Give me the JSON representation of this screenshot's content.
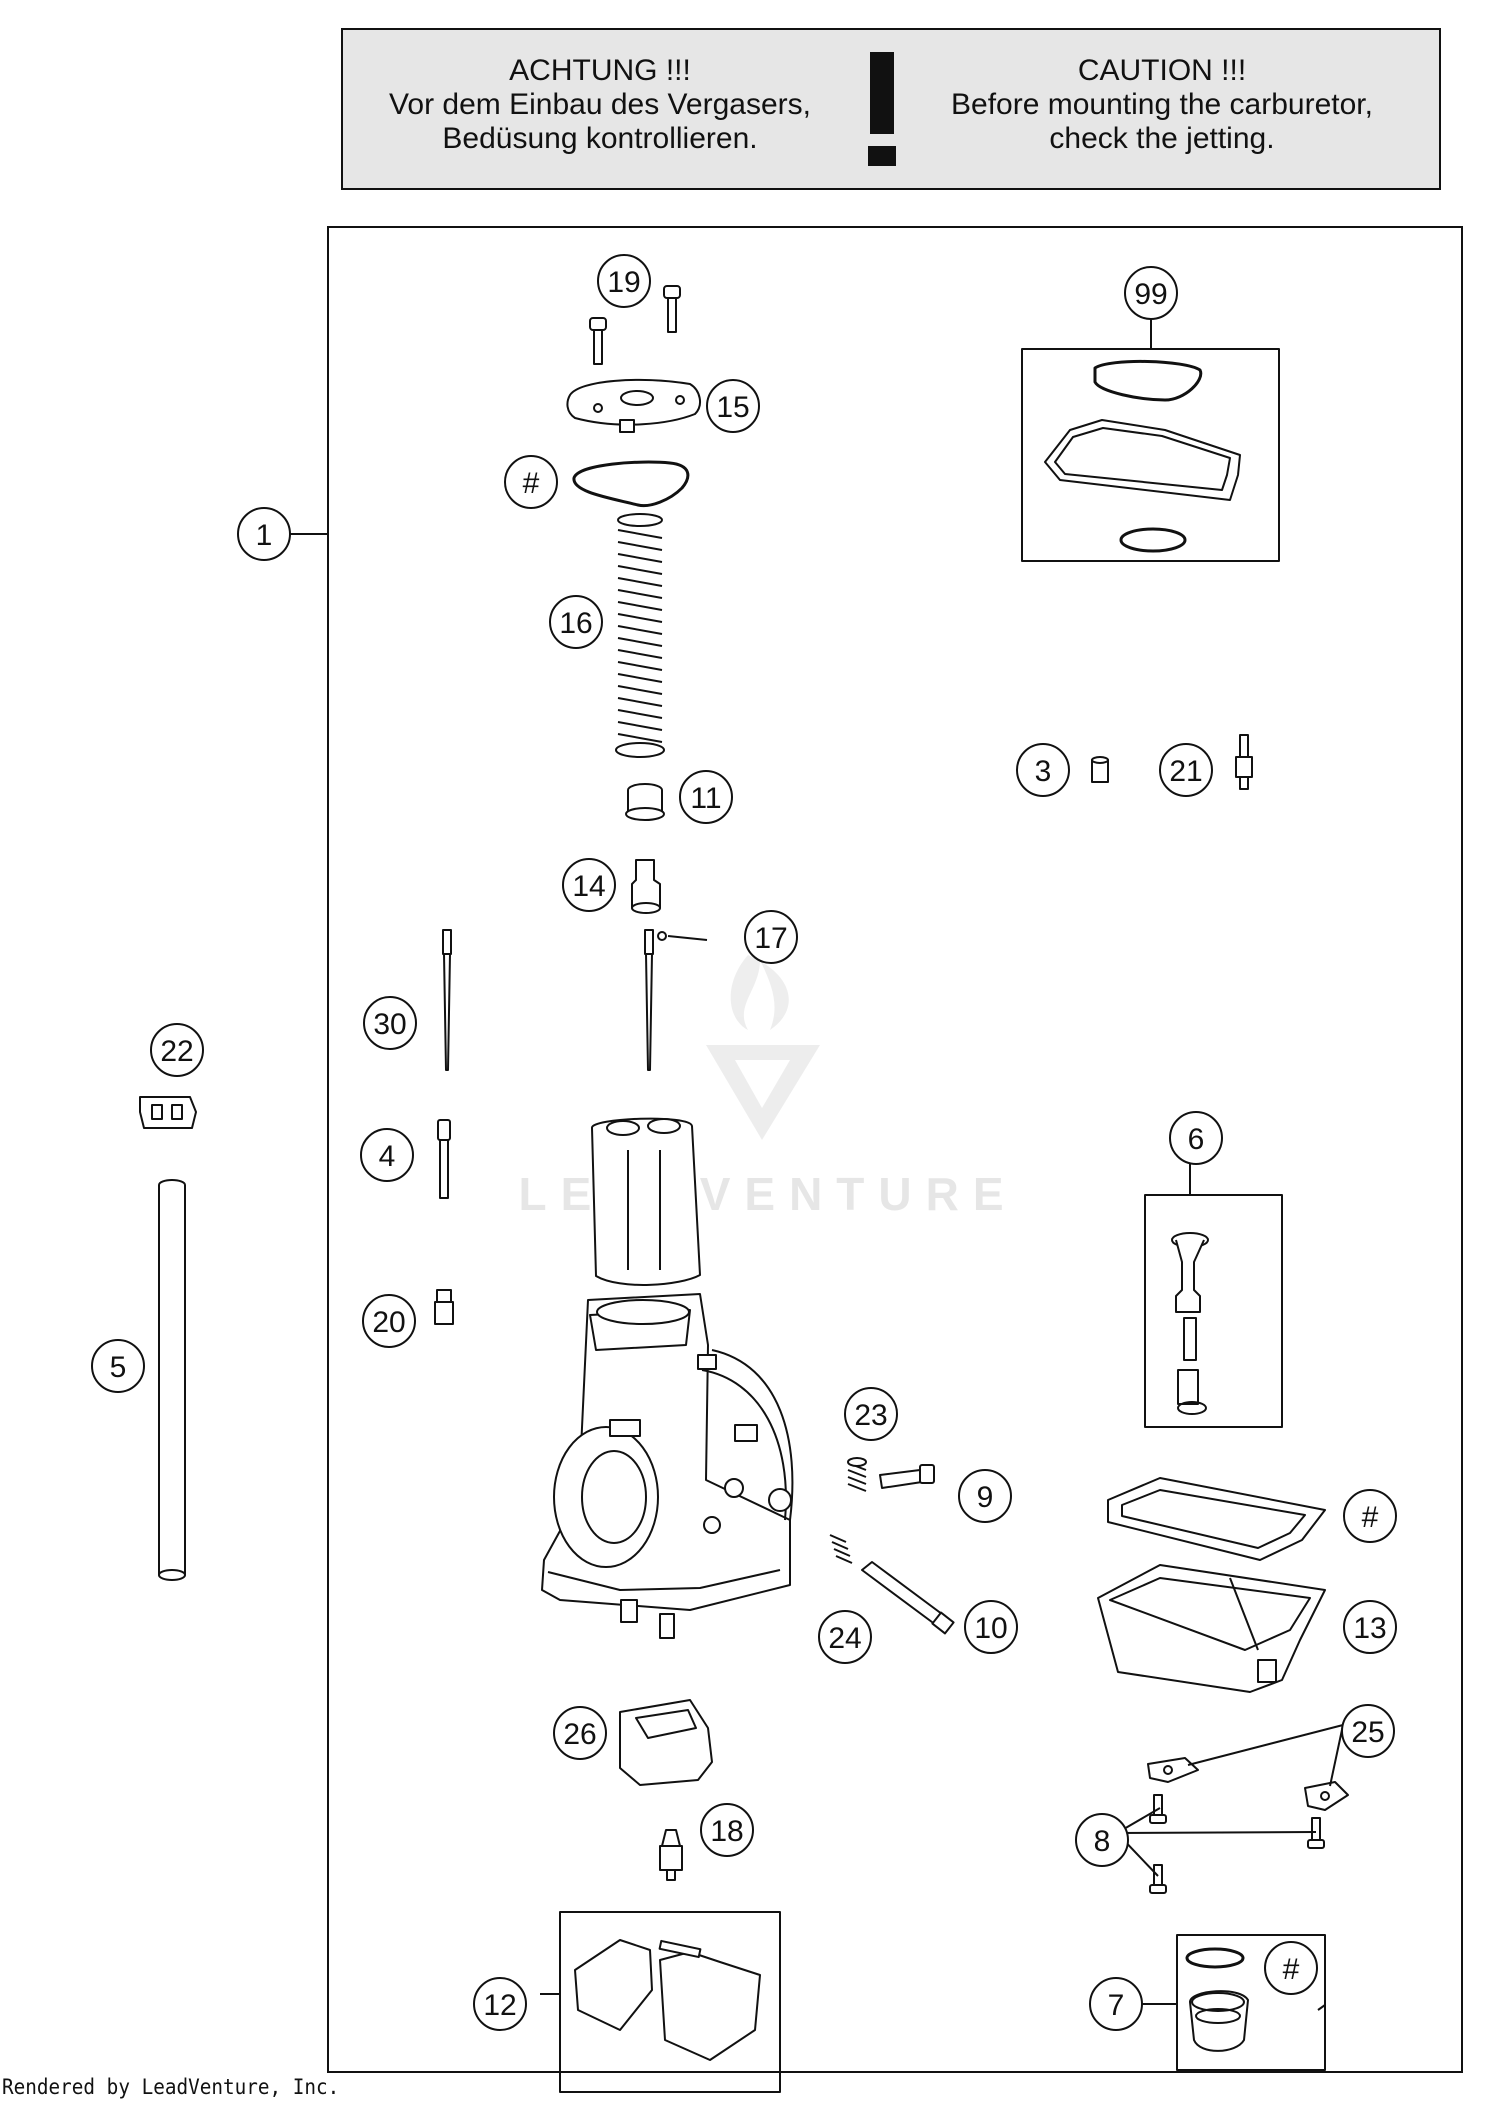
{
  "warning": {
    "de_title": "ACHTUNG !!!",
    "de_line1": "Vor dem Einbau des Vergasers,",
    "de_line2": "Bedüsung kontrollieren.",
    "en_title": "CAUTION !!!",
    "en_line1": "Before mounting the carburetor,",
    "en_line2": "check the jetting.",
    "mark": "!"
  },
  "watermark": "LEADVENTURE",
  "footer": "Rendered by LeadVenture, Inc.",
  "callouts": {
    "c1": "1",
    "c3": "3",
    "c4": "4",
    "c5": "5",
    "c6": "6",
    "c7": "7",
    "c8": "8",
    "c9": "9",
    "c10": "10",
    "c11": "11",
    "c12": "12",
    "c13": "13",
    "c14": "14",
    "c15": "15",
    "c16": "16",
    "c17": "17",
    "c18": "18",
    "c19": "19",
    "c20": "20",
    "c21": "21",
    "c22": "22",
    "c23": "23",
    "c24": "24",
    "c25": "25",
    "c26": "26",
    "c30": "30",
    "c99": "99",
    "hash_a": "#",
    "hash_b": "#",
    "hash_c": "#"
  },
  "colors": {
    "warning_bg": "#e6e6e6",
    "line": "#111111"
  }
}
